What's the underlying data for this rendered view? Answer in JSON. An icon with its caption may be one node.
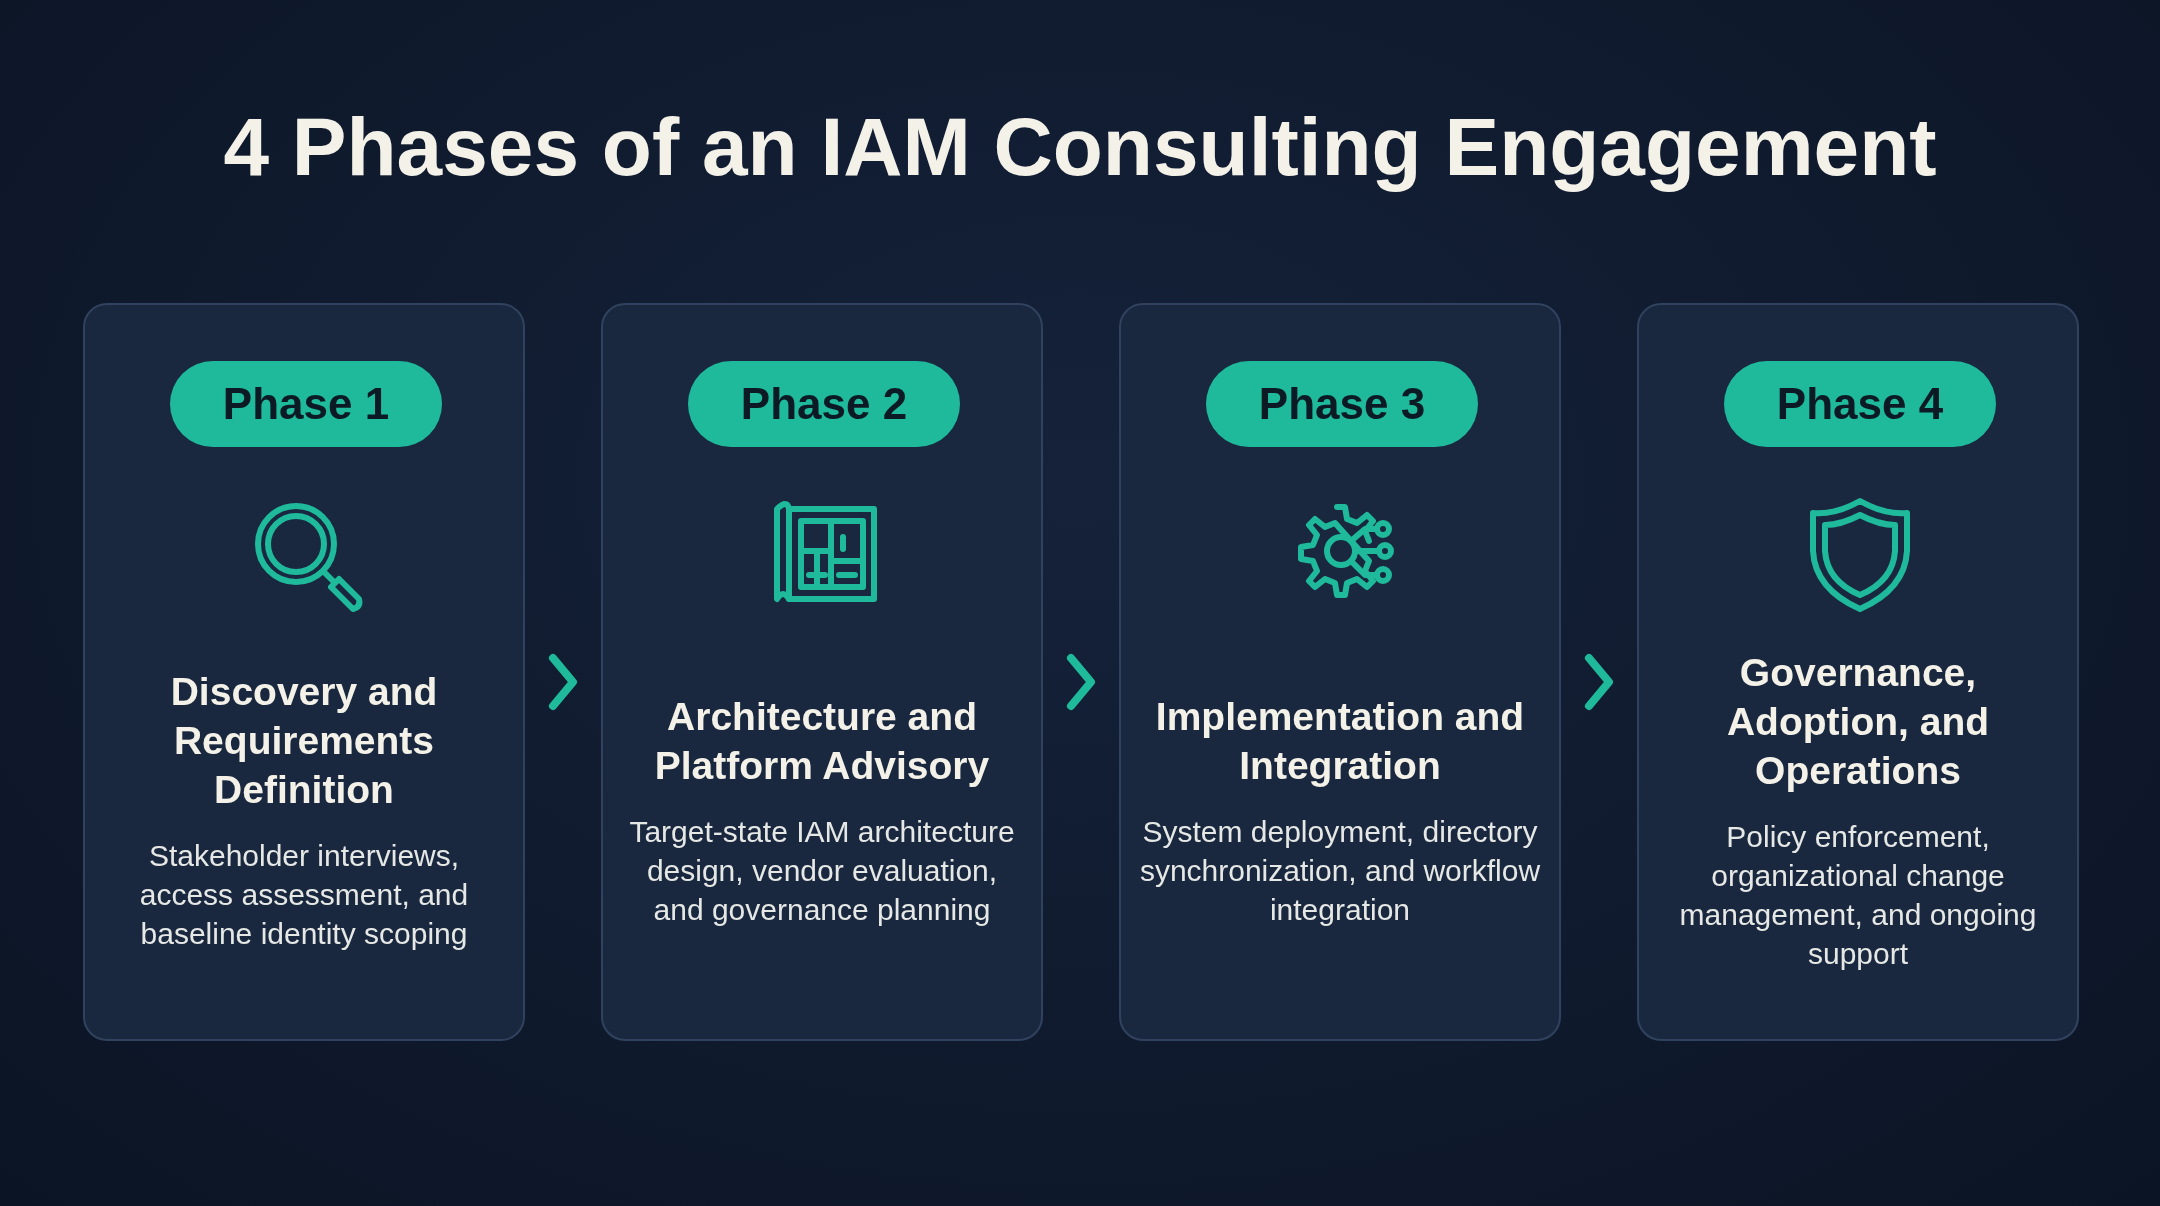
{
  "diagram": {
    "title": "4 Phases of an IAM Consulting Engagement",
    "nodes": [
      {
        "text": [
          "Discovery and Requirements Definition",
          "Stakeholder interviews, access assessment, and baseline identity scoping"
        ]
      },
      {
        "text": [
          "Phase 1"
        ],
        "in": 0
      },
      {
        "text": [
          "Architecture and Platform Advisory",
          "Target-state IAM architecture design, vendor evaluation, and governance planning"
        ]
      },
      {
        "text": [
          "Phase 2"
        ],
        "in": 2
      },
      {
        "text": [
          "Implementation and Integration",
          "System deployment, directory synchronization, and workflow integration"
        ]
      },
      {
        "text": [
          "Phase 3"
        ],
        "in": 4
      },
      {
        "text": [
          "Governance, Adoption, and Operations",
          "Policy enforcement, organizational change management, and ongoing support"
        ]
      },
      {
        "text": [
          "Phase 4"
        ],
        "in": 6
      }
    ],
    "edges": [
      {
        "from": 0,
        "to": 2,
        "arrow": "to"
      },
      {
        "from": 2,
        "to": 4,
        "arrow": "to"
      },
      {
        "from": 4,
        "to": 6,
        "arrow": "to"
      }
    ]
  }
}
